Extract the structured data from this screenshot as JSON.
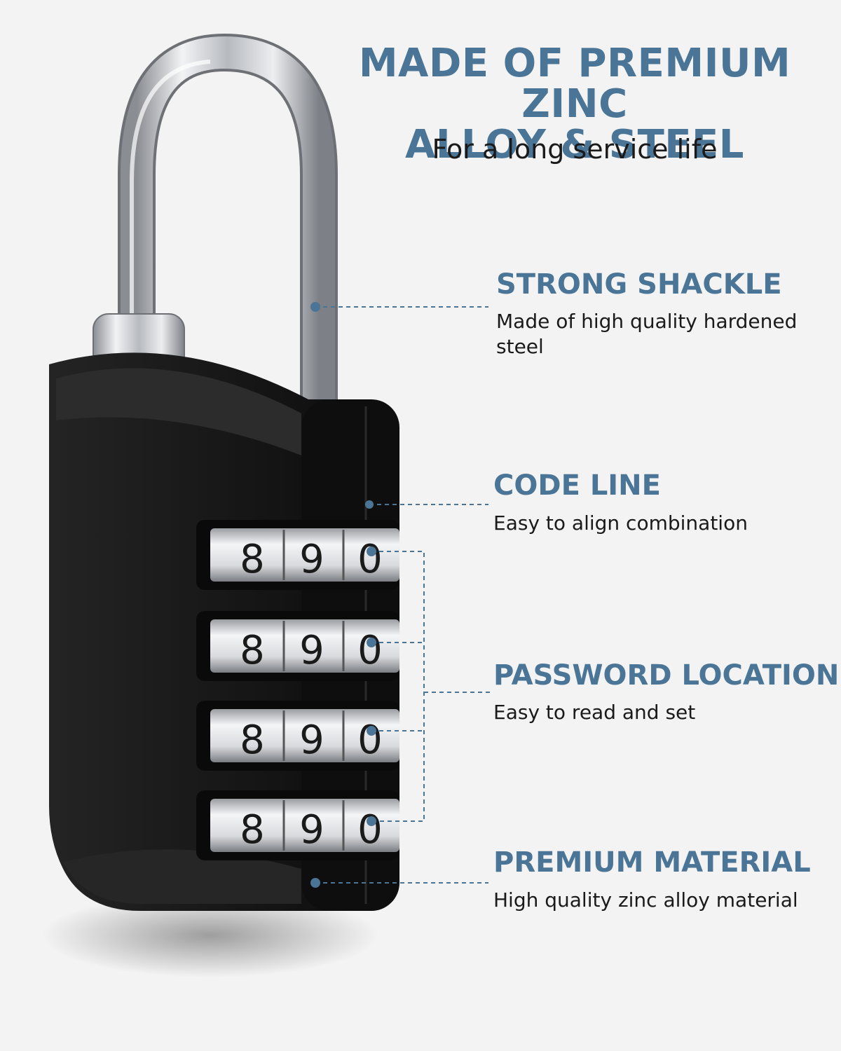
{
  "heading": {
    "line1": "MADE OF PREMIUM ZINC",
    "line2": "ALLOY & STEEL",
    "subtitle": "For a long service life"
  },
  "features": [
    {
      "title": "STRONG SHACKLE",
      "description_line1": "Made of high quality hardened",
      "description_line2": "steel"
    },
    {
      "title": "CODE LINE",
      "description": "Easy to align combination"
    },
    {
      "title": "PASSWORD LOCATION",
      "description": "Easy to read and set"
    },
    {
      "title": "PREMIUM MATERIAL",
      "description": "High quality zinc alloy material"
    }
  ],
  "dials": {
    "digits": [
      "8",
      "9",
      "0"
    ]
  },
  "colors": {
    "accent": "#4a7596",
    "text": "#1a1a1a",
    "background": "#f3f3f3",
    "lock_body": "#141414",
    "shackle": "#c9ccd0"
  }
}
